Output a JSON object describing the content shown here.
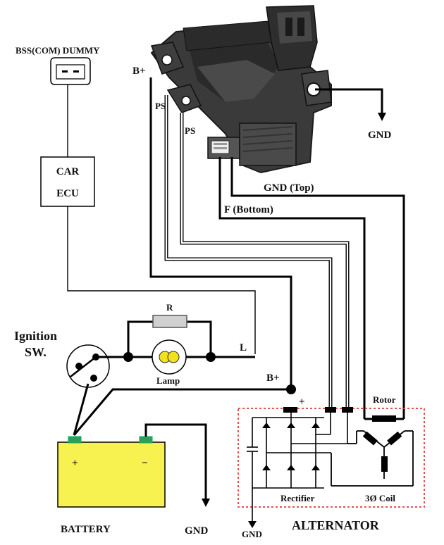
{
  "labels": {
    "dummy": "BSS(COM) DUMMY",
    "car": "CAR",
    "ecu": "ECU",
    "bplus_top": "B+",
    "ps1": "PS",
    "ps2": "PS",
    "gnd_reg": "GND",
    "gnd_top": "GND (Top)",
    "f_bottom": "F (Bottom)",
    "r": "R",
    "ignition": "Ignition",
    "sw": "SW.",
    "lamp": "Lamp",
    "l": "L",
    "bplus_mid": "B+",
    "plus": "+",
    "rotor": "Rotor",
    "rectifier": "Rectifier",
    "coil": "3Ø Coil",
    "battery": "BATTERY",
    "gnd_batt": "GND",
    "gnd_alt": "GND",
    "alternator": "ALTERNATOR",
    "batt_plus": "+",
    "batt_minus": "−"
  },
  "colors": {
    "battery_fill": "#f7f250",
    "battery_terminal": "#2e9e5a",
    "alternator_border": "#e23b3b",
    "lamp_fill": "#f2e21a",
    "resistor_fill": "#d0d0d0",
    "regulator_body": "#3c3c3c"
  },
  "icons": {
    "dummy_connector": "connector-plug-icon",
    "regulator": "voltage-regulator-icon",
    "ignition": "ignition-switch-icon",
    "lamp": "lamp-icon",
    "resistor": "resistor-icon"
  }
}
